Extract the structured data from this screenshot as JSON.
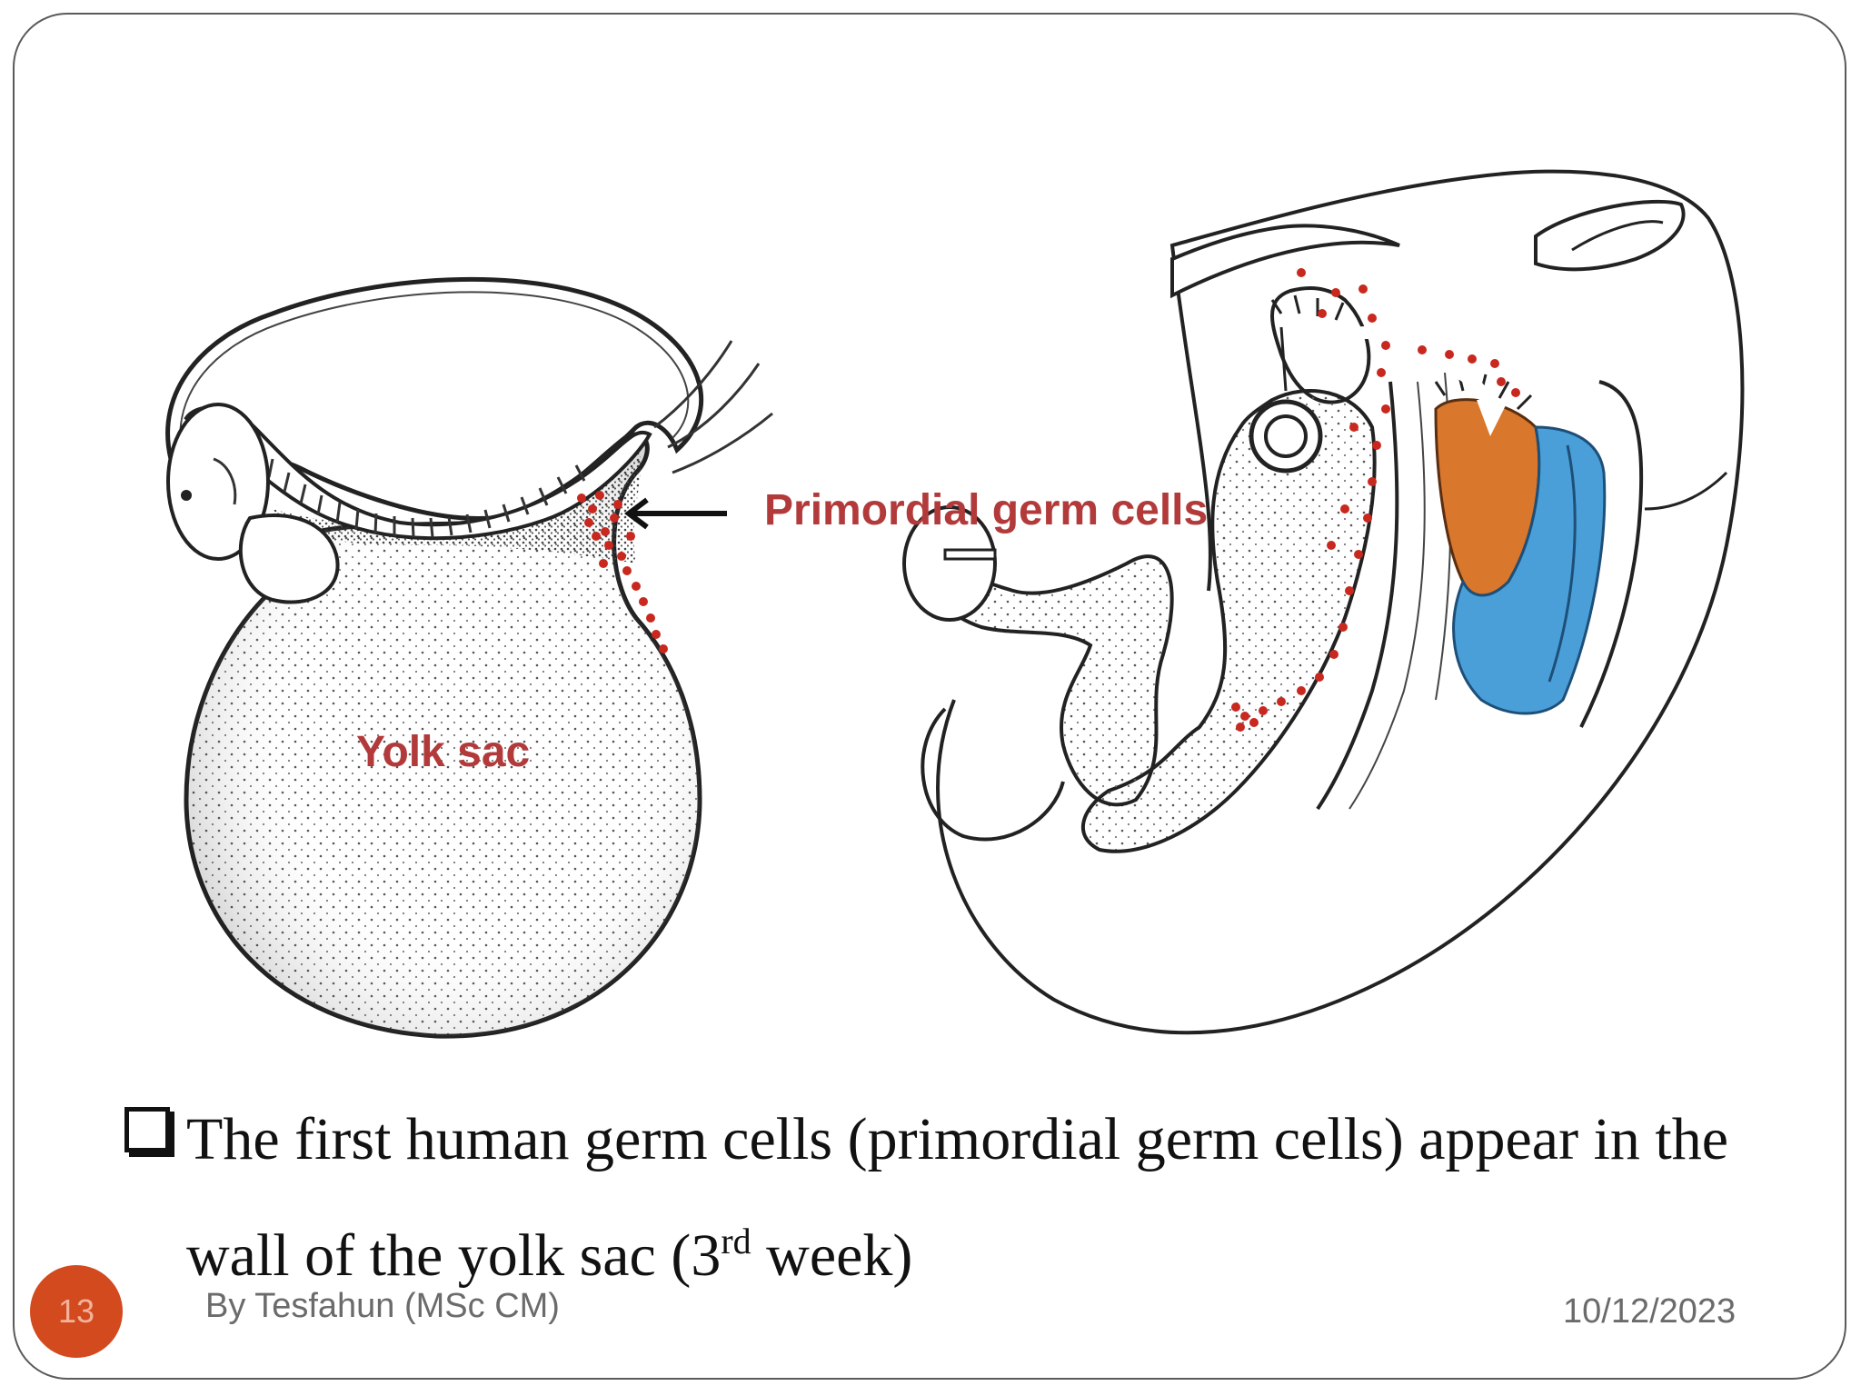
{
  "figure": {
    "label_yolk_sac": "Yolk sac",
    "label_pgc": "Primordial germ cells",
    "colors": {
      "label": "#b23a3a",
      "germ_cells": "#c8281e",
      "orange_region": "#d9772c",
      "blue_region": "#4a9fd8"
    }
  },
  "bullet": {
    "line1": "The first human germ cells (primordial germ cells) appear  in the",
    "line2_pre": "wall of the yolk sac (3",
    "line2_sup": "rd",
    "line2_post": " week)"
  },
  "footer": {
    "page_number": "13",
    "author": "By Tesfahun (MSc CM)",
    "date": "10/12/2023",
    "accent_color": "#d24a1e"
  }
}
